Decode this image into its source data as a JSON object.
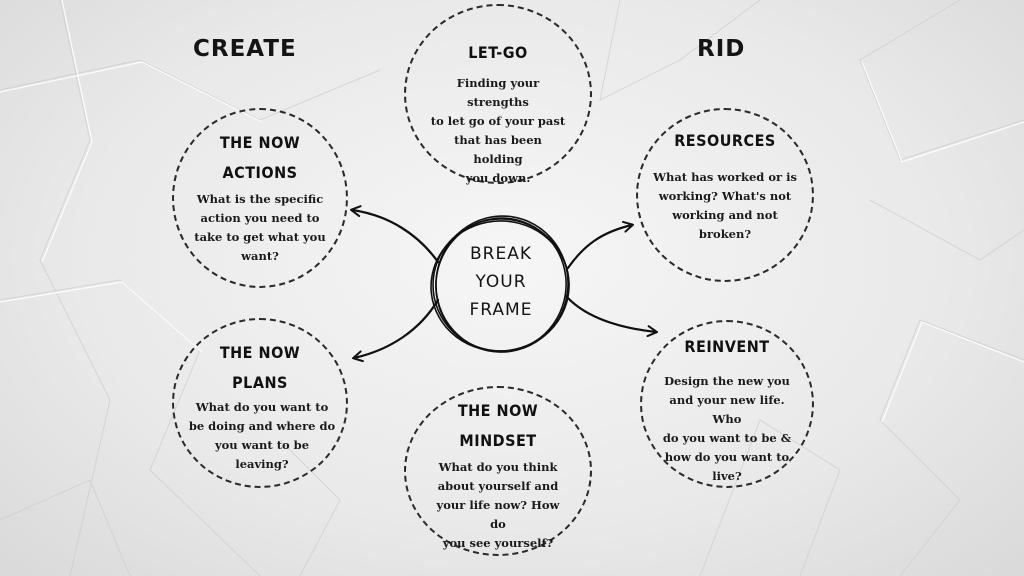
{
  "headings": {
    "left": "CREATE",
    "right": "RID"
  },
  "center": {
    "line1": "BREAK",
    "line2": "YOUR",
    "line3": "FRAME"
  },
  "nodes": {
    "let_go": {
      "title": "LET-GO",
      "desc_lines": [
        "Finding your strengths",
        "to let go of your past",
        "that has been holding",
        "you down."
      ]
    },
    "actions": {
      "title_lines": [
        "THE NOW",
        "ACTIONS"
      ],
      "desc_lines": [
        "What is the specific",
        "action you need to",
        "take to get what you",
        "want?"
      ]
    },
    "resources": {
      "title": "RESOURCES",
      "desc_lines": [
        "What has worked or is",
        "working? What's not",
        "working and not",
        "broken?"
      ]
    },
    "plans": {
      "title_lines": [
        "THE NOW",
        "PLANS"
      ],
      "desc_lines": [
        "What do you want to",
        "be doing and where do",
        "you want to be",
        "leaving?"
      ]
    },
    "reinvent": {
      "title": "REINVENT",
      "desc_lines": [
        "Design the new you",
        "and your new life. Who",
        "do you want to be &",
        "how do you want to",
        "live?"
      ]
    },
    "mindset": {
      "title_lines": [
        "THE NOW",
        "MINDSET"
      ],
      "desc_lines": [
        "What do you think",
        "about yourself and",
        "your life now? How do",
        "you see yourself?"
      ]
    }
  },
  "colors": {
    "ink": "#111111",
    "paper": "#ececec"
  }
}
